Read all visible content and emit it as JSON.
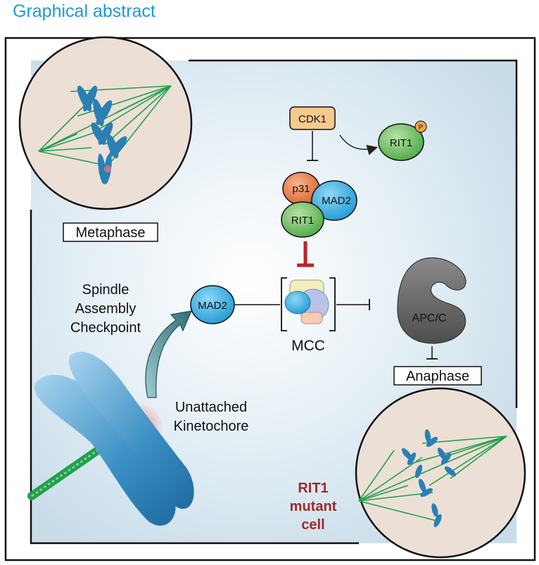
{
  "header": {
    "title": "Graphical abstract"
  },
  "labels": {
    "metaphase": "Metaphase",
    "sac": [
      "Spindle",
      "Assembly",
      "Checkpoint"
    ],
    "kinetochore": [
      "Unattached",
      "Kinetochore"
    ],
    "anaphase": "Anaphase",
    "apcc": "APC/C",
    "mcc": "MCC",
    "cdk1": "CDK1",
    "rit1": "RIT1",
    "rit1_phos": "RIT1",
    "phospho": "P",
    "p31": "p31",
    "mad2_complex": "MAD2",
    "mad2_free": "MAD2",
    "mutant": [
      "RIT1",
      "mutant",
      "cell"
    ]
  },
  "colors": {
    "title": "#1e9ad6",
    "mutant_text": "#9e2a2b",
    "inhibition_red": "#b5262b",
    "spindle": "#21a04b",
    "chromosome": "#2a7fb5",
    "cell_fill": "#ecdfd6",
    "cdk1_fill": "#f6c98d",
    "rit1_fill": "#7cc46a",
    "p31_fill": "#e07a45",
    "mad2_fill": "#3bb2e6",
    "apcc_fill": "#6b6b6b"
  }
}
